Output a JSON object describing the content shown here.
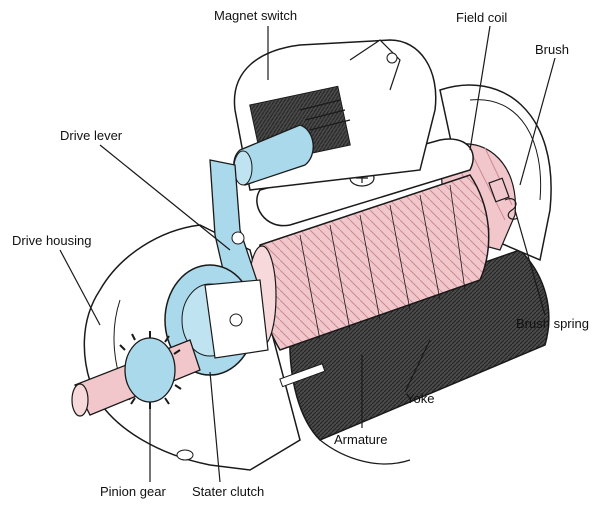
{
  "labels": {
    "magnet_switch": "Magnet switch",
    "field_coil": "Field coil",
    "brush": "Brush",
    "drive_lever": "Drive lever",
    "drive_housing": "Drive housing",
    "brush_spring": "Brush spring",
    "yoke": "Yoke",
    "armature": "Armature",
    "pinion_gear": "Pinion gear",
    "stater_clutch": "Stater clutch"
  },
  "colors": {
    "line": "#1a1a1a",
    "pink": "#f2c7cc",
    "pink_dark": "#e0a2aa",
    "blue": "#a9d9ea",
    "blue_dark": "#7fc0d8",
    "yoke_dark": "#3a3a3a"
  }
}
